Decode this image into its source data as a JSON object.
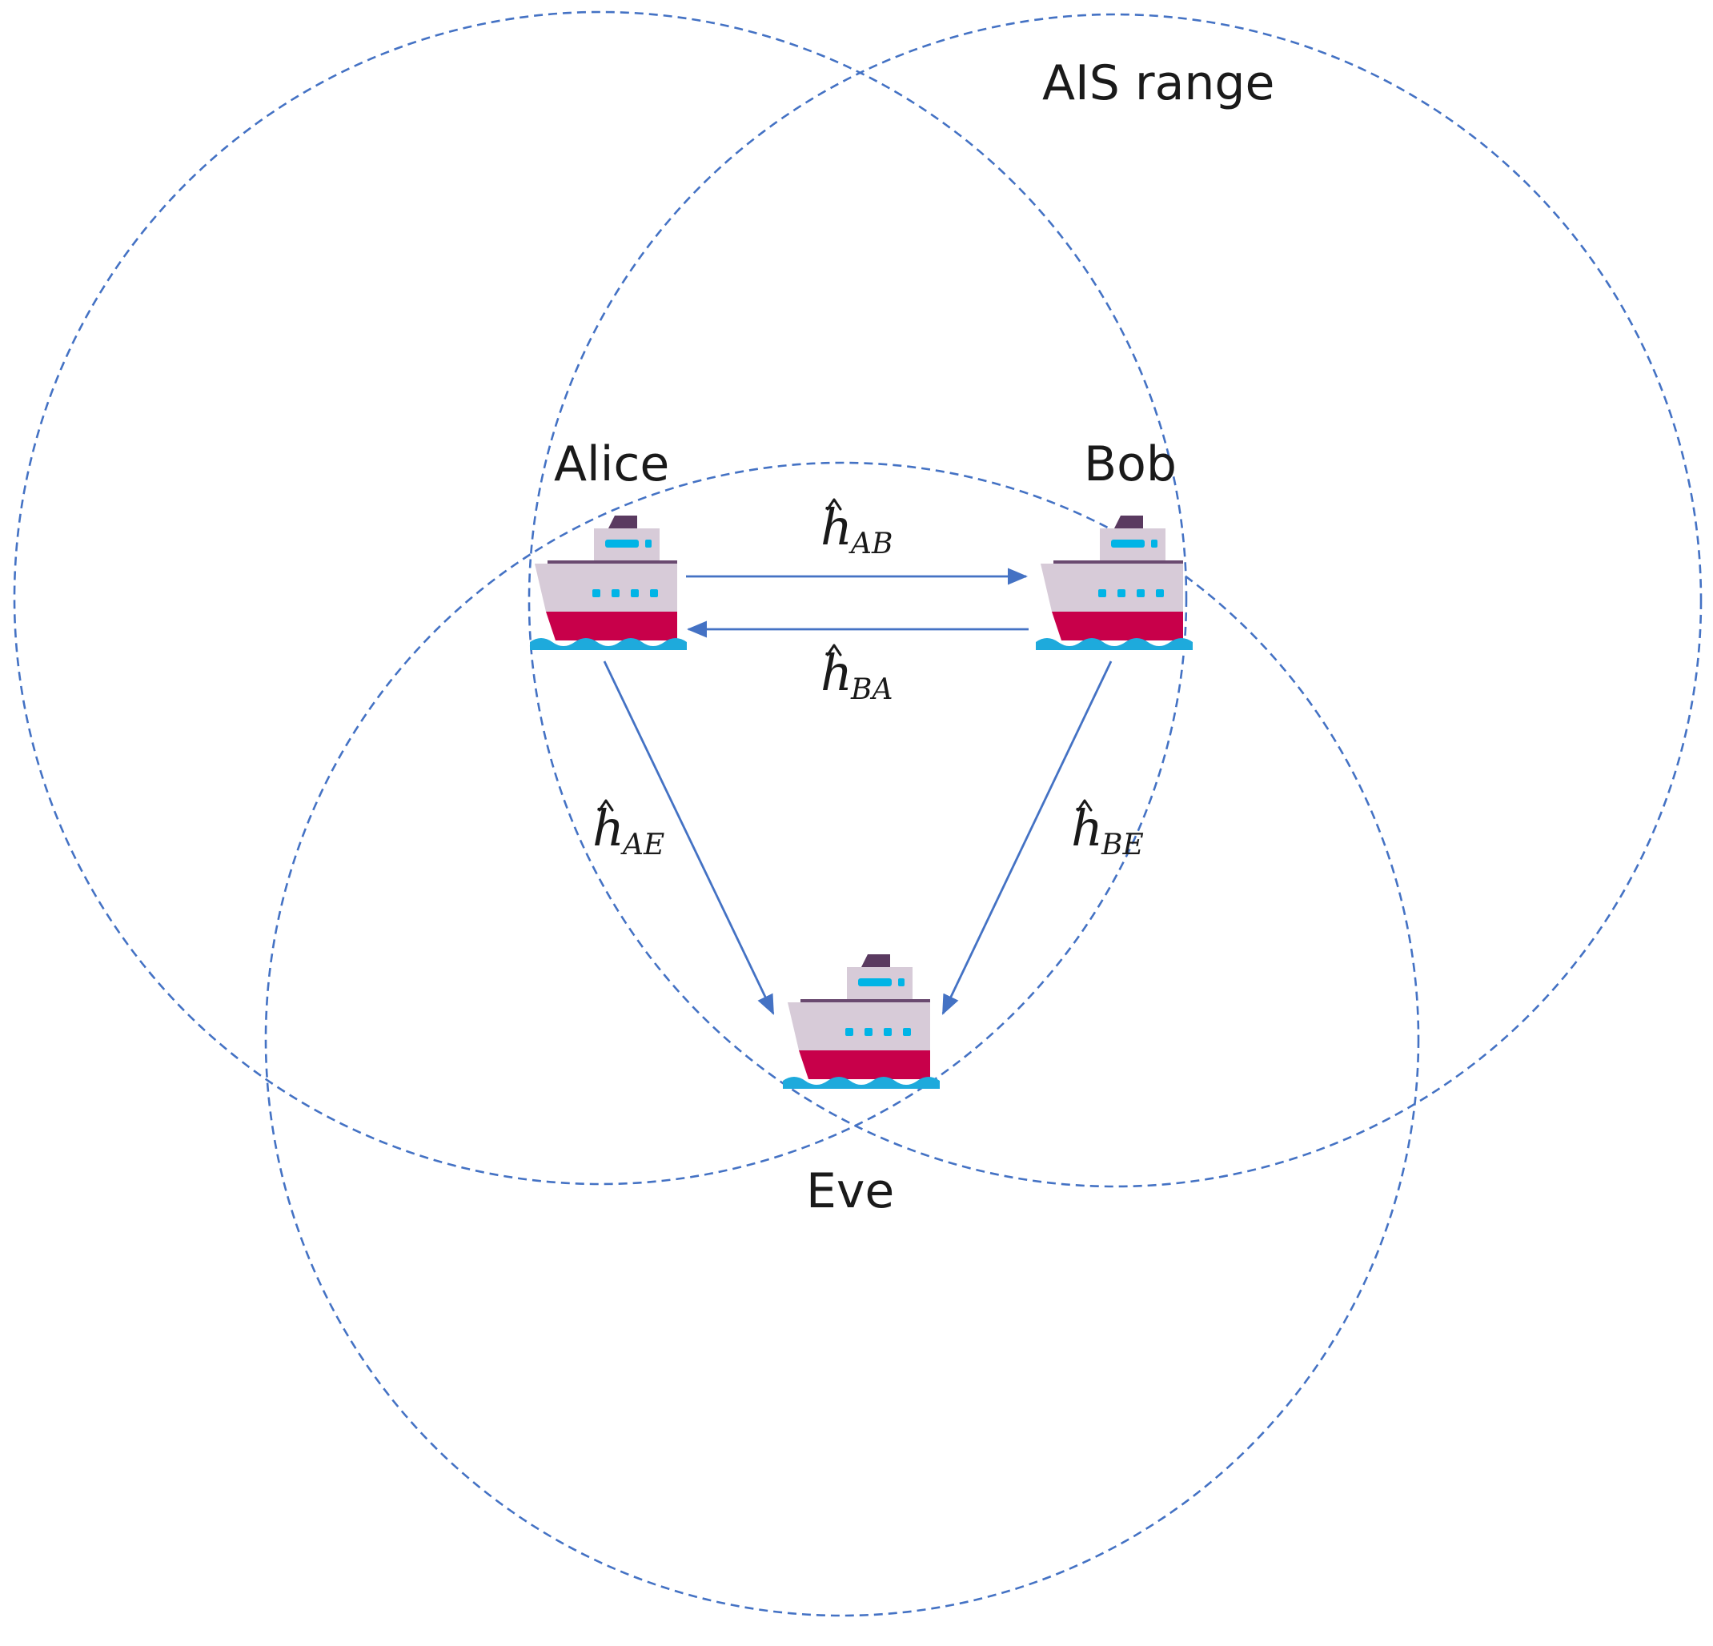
{
  "range_label": "AIS range",
  "nodes": {
    "alice": "Alice",
    "bob": "Bob",
    "eve": "Eve"
  },
  "channels": {
    "ab": {
      "symbol": "h",
      "sub": "AB"
    },
    "ba": {
      "symbol": "h",
      "sub": "BA"
    },
    "ae": {
      "symbol": "h",
      "sub": "AE"
    },
    "be": {
      "symbol": "h",
      "sub": "BE"
    }
  },
  "colors": {
    "range_stroke": "#4472c4",
    "arrow": "#4472c4",
    "ship_hull": "#c8004a",
    "ship_cabin": "#d7cbd8",
    "ship_window": "#00b4e6",
    "ship_chimney": "#5a3a60",
    "ship_water": "#1eaadc"
  },
  "icons": [
    "ship-icon"
  ]
}
